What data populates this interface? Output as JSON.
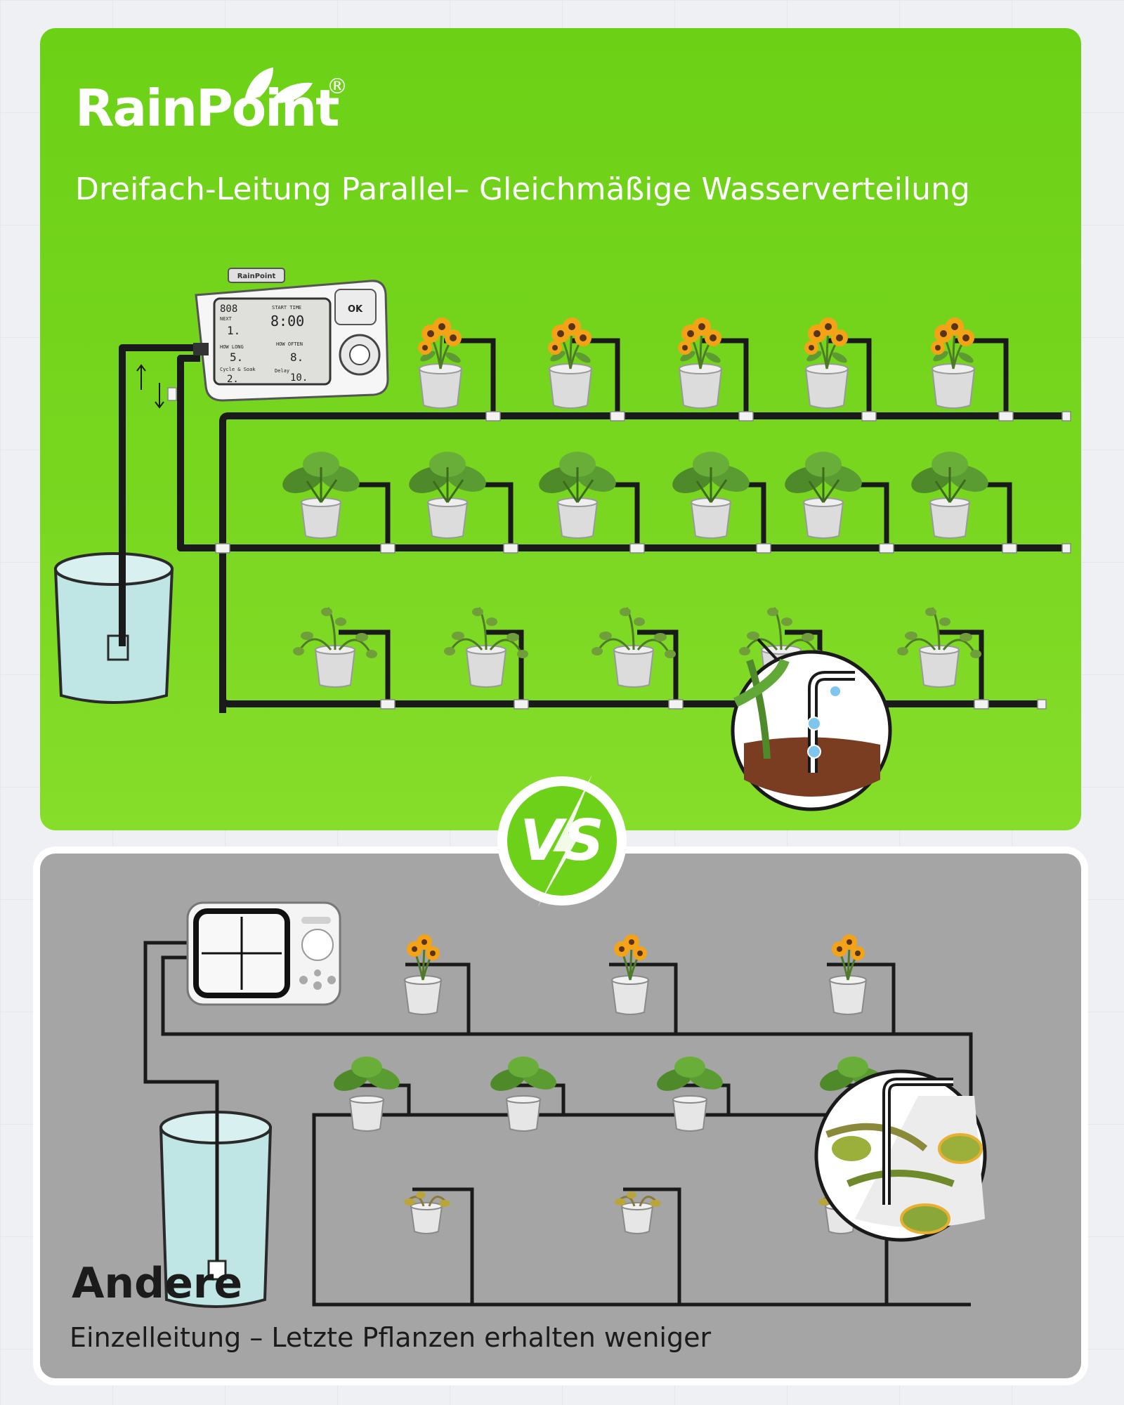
{
  "top": {
    "brand": "RainPoint",
    "brand_mark": "®",
    "headline": "Dreifach-Leitung Parallel– Gleichmäßige Wasserverteilung",
    "device": {
      "brand_label": "RainPoint",
      "lcd": {
        "mode": "808",
        "next_label": "NEXT",
        "next_value": "1.",
        "start_label": "START TIME",
        "start_value": "8:00",
        "how_long_label": "HOW LONG",
        "how_long_value": "5.",
        "how_often_label": "HOW OFTEN",
        "how_often_value": "8.",
        "cycle_label": "Cycle & Soak",
        "cycle_value": "2.",
        "delay_label": "Delay",
        "delay_value": "10."
      },
      "ok_label": "OK"
    }
  },
  "vs_label": "VS",
  "bottom": {
    "title": "Andere",
    "subtitle": "Einzelleitung – Letzte Pflanzen erhalten weniger"
  },
  "colors": {
    "top_green": "#74d41c",
    "bottom_gray": "#a5a5a5",
    "tube": "#1a1a1a",
    "water": "#bfe6e4"
  },
  "icons": [
    "leaf-icon",
    "flower-pot-icon",
    "monstera-pot-icon",
    "vine-pot-icon",
    "wilted-plant-icon",
    "water-bucket-icon",
    "lightning-icon"
  ]
}
